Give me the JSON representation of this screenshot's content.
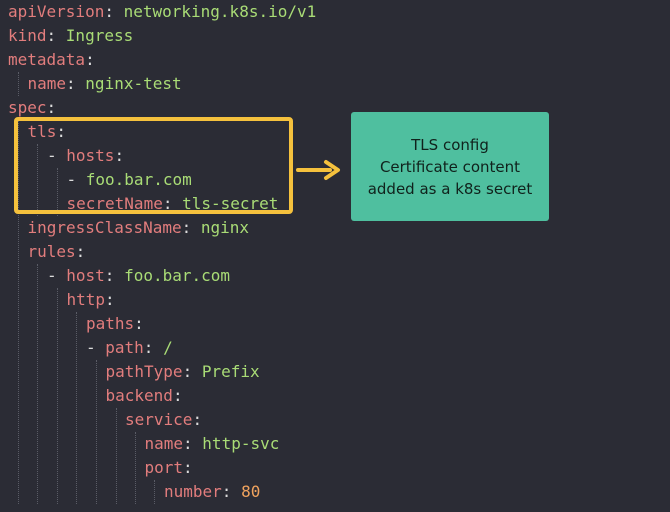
{
  "code_lines": [
    {
      "indent": 0,
      "dash": false,
      "key": "apiVersion",
      "value": "networking.k8s.io/v1"
    },
    {
      "indent": 0,
      "dash": false,
      "key": "kind",
      "value": "Ingress"
    },
    {
      "indent": 0,
      "dash": false,
      "key": "metadata",
      "value": ""
    },
    {
      "indent": 1,
      "dash": false,
      "key": "name",
      "value": "nginx-test"
    },
    {
      "indent": 0,
      "dash": false,
      "key": "spec",
      "value": ""
    },
    {
      "indent": 1,
      "dash": false,
      "key": "tls",
      "value": ""
    },
    {
      "indent": 2,
      "dash": true,
      "key": "hosts",
      "value": ""
    },
    {
      "indent": 3,
      "dash": true,
      "key": "",
      "value": "foo.bar.com"
    },
    {
      "indent": 3,
      "dash": false,
      "key": "secretName",
      "value": "tls-secret"
    },
    {
      "indent": 1,
      "dash": false,
      "key": "ingressClassName",
      "value": "nginx"
    },
    {
      "indent": 1,
      "dash": false,
      "key": "rules",
      "value": ""
    },
    {
      "indent": 2,
      "dash": true,
      "key": "host",
      "value": "foo.bar.com"
    },
    {
      "indent": 3,
      "dash": false,
      "key": "http",
      "value": ""
    },
    {
      "indent": 4,
      "dash": false,
      "key": "paths",
      "value": ""
    },
    {
      "indent": 4,
      "dash": true,
      "key": "path",
      "value": "/"
    },
    {
      "indent": 5,
      "dash": false,
      "key": "pathType",
      "value": "Prefix"
    },
    {
      "indent": 5,
      "dash": false,
      "key": "backend",
      "value": ""
    },
    {
      "indent": 6,
      "dash": false,
      "key": "service",
      "value": ""
    },
    {
      "indent": 7,
      "dash": false,
      "key": "name",
      "value": "http-svc"
    },
    {
      "indent": 7,
      "dash": false,
      "key": "port",
      "value": ""
    },
    {
      "indent": 8,
      "dash": false,
      "key": "number",
      "value": "80",
      "numeric": true
    }
  ],
  "callout": {
    "line1": "TLS config",
    "line2": "Certificate content",
    "line3": "added as a k8s secret"
  },
  "colors": {
    "background": "#2b2c35",
    "key": "#e27d7d",
    "string": "#a9dc76",
    "number": "#f0a35e",
    "highlight": "#f5c13d",
    "callout": "#4fbf9f"
  },
  "icons": {
    "arrow": "arrow-right-icon"
  }
}
